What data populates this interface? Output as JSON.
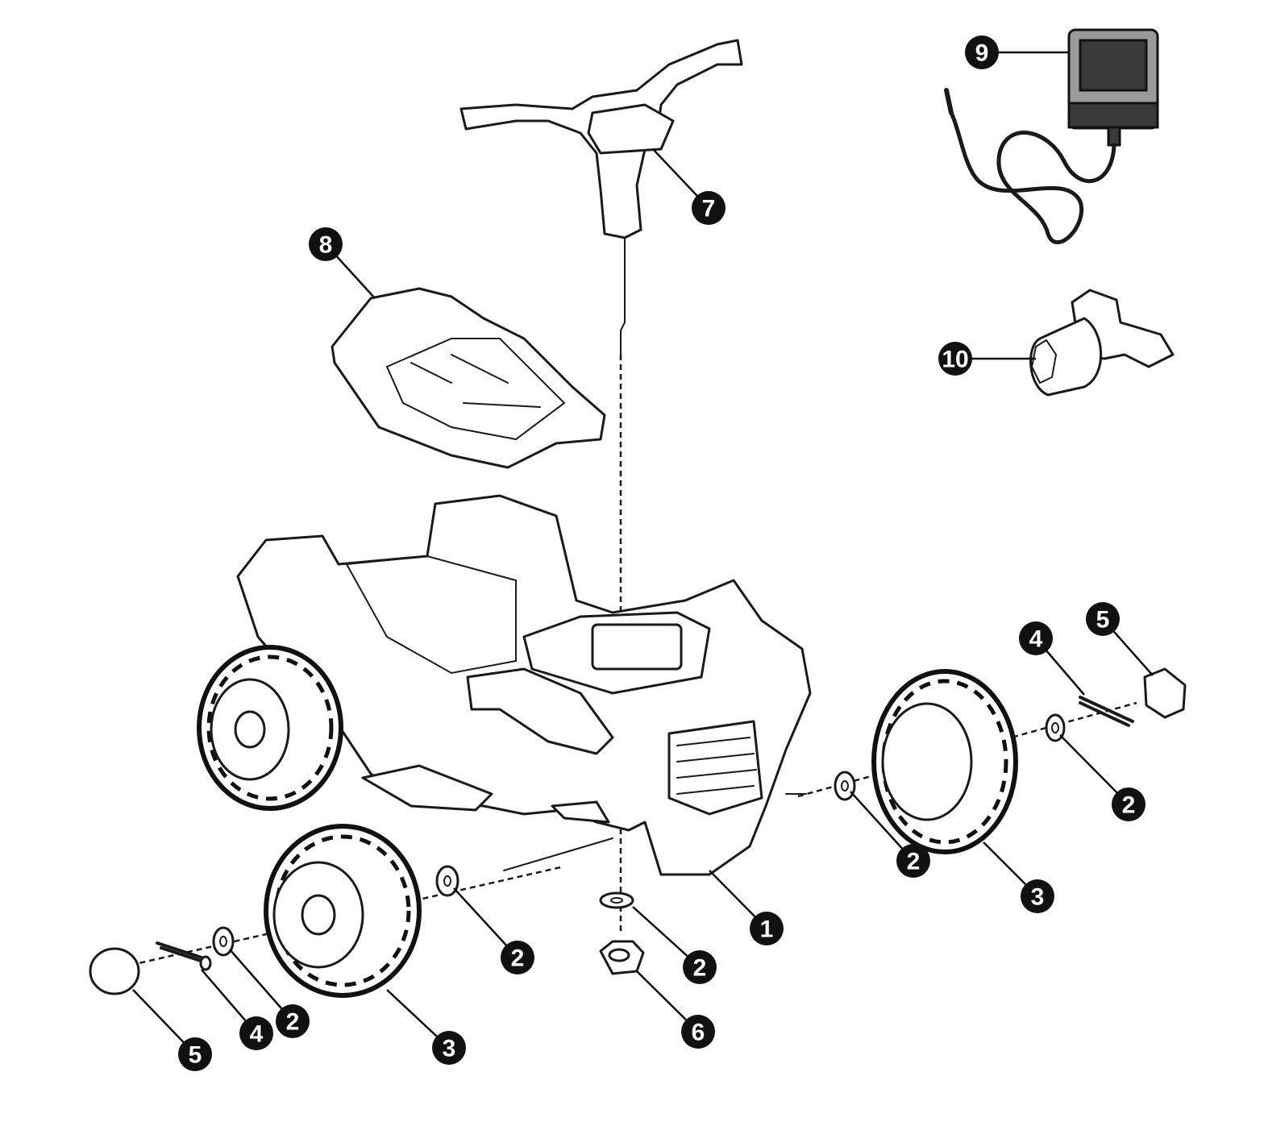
{
  "diagram": {
    "type": "exploded-parts-view",
    "callouts": [
      {
        "label": "9",
        "part": "charger"
      },
      {
        "label": "7",
        "part": "handlebar"
      },
      {
        "label": "8",
        "part": "seat"
      },
      {
        "label": "10",
        "part": "wrench"
      },
      {
        "label": "5",
        "part": "hubcap"
      },
      {
        "label": "4",
        "part": "cotter-pin"
      },
      {
        "label": "2",
        "part": "washer"
      },
      {
        "label": "2",
        "part": "washer"
      },
      {
        "label": "3",
        "part": "wheel"
      },
      {
        "label": "1",
        "part": "body"
      },
      {
        "label": "2",
        "part": "washer"
      },
      {
        "label": "2",
        "part": "washer"
      },
      {
        "label": "6",
        "part": "nut"
      },
      {
        "label": "3",
        "part": "wheel"
      },
      {
        "label": "2",
        "part": "washer"
      },
      {
        "label": "4",
        "part": "cotter-pin"
      },
      {
        "label": "5",
        "part": "hubcap"
      }
    ],
    "colors": {
      "line": "#1a1a1a",
      "callout_fill": "#111111",
      "callout_text": "#ffffff",
      "background": "#ffffff"
    }
  }
}
